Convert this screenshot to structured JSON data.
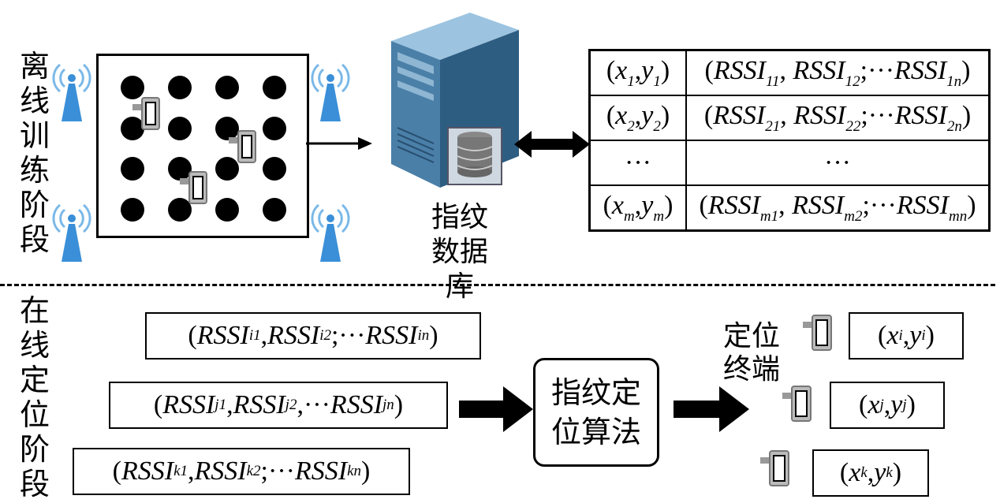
{
  "offline": {
    "stage_label": "离线训练阶段",
    "database_label": "指纹数据库",
    "table": [
      {
        "coord": {
          "x": "x",
          "y": "y",
          "sub": "1"
        },
        "rssi": [
          "11",
          "12",
          "1n"
        ]
      },
      {
        "coord": {
          "x": "x",
          "y": "y",
          "sub": "2"
        },
        "rssi": [
          "21",
          "22",
          "2n"
        ]
      },
      {
        "ellipsis": "···"
      },
      {
        "coord": {
          "x": "x",
          "y": "y",
          "sub": "m"
        },
        "rssi": [
          "m1",
          "m2",
          "mn"
        ]
      }
    ]
  },
  "online": {
    "stage_label": "在线定位阶段",
    "terminal_label": "定位终端",
    "algorithm_label": "指纹定位算法",
    "measurements": [
      {
        "rssi": [
          "i1",
          "i2",
          "in"
        ]
      },
      {
        "rssi": [
          "j1",
          "j2",
          "jn"
        ]
      },
      {
        "rssi": [
          "k1",
          "k2",
          "kn"
        ]
      }
    ],
    "results": [
      {
        "sub": "i"
      },
      {
        "sub": "j"
      },
      {
        "sub": "k"
      }
    ]
  },
  "text": {
    "rssi": "RSSI",
    "ellipsis": "···"
  },
  "colors": {
    "tower": "#3a8fd8",
    "server": "#4a8ab5",
    "phone": "#888888"
  },
  "icons": [
    "antenna-tower-icon",
    "server-icon",
    "database-icon",
    "phone-icon",
    "arrow-icon"
  ]
}
